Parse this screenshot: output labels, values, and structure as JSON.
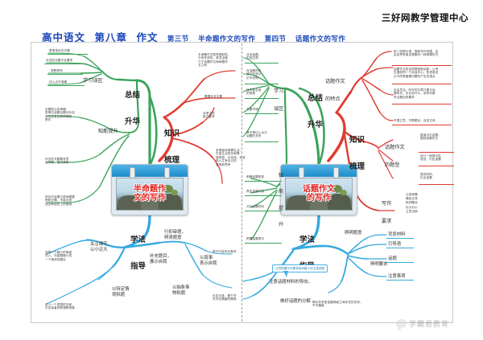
{
  "header": {
    "org": "三好网教学管理中心",
    "subject": "高中语文",
    "chapter": "第八章",
    "topic": "作文",
    "section3_no": "第三节",
    "section3_name": "半命题作文的写作",
    "section4_no": "第四节",
    "section4_name": "话题作文的写作",
    "accent": "#1a47b8"
  },
  "watermark": {
    "text": "学霸君教育",
    "icon": "speech-bubble-icon"
  },
  "colors": {
    "green": "#3aa35a",
    "red": "#e03b32",
    "blue": "#36a9e0",
    "title_red": "#e3211c"
  },
  "left_map": {
    "center": {
      "title_line1": "半命题作",
      "title_line2": "文的写作"
    },
    "branches": [
      {
        "name": "总结升华",
        "label_line1": "总结",
        "label_line2": "升华",
        "color": "#3aa35a",
        "subs": [
          {
            "name": "学习误区",
            "label": "学习误区",
            "leaves": [
              "草率地补充文题",
              "补充的文题不合要求",
              "视野狭窄",
              "切入点不准确"
            ]
          },
          {
            "name": "知能提升",
            "label": "知能提升",
            "leaves": [
              "补题前认真审题，\n弄明白该题目题分析包\n含的信息及各种限制\n条件",
              "补充的文题要求意\n旨明确、指向清晰",
              "所补内容要与原命题要\n搭配正确，不能出现\n违法和语意上的错误"
            ]
          }
        ]
      },
      {
        "name": "知识梳理",
        "label_line1": "知识",
        "label_line2": "梳理",
        "color": "#e03b32",
        "leaves": [
          "半命题作文既有限制性，\n又有开放性，其灵活度\n介于话题作文和命题作\n文之间",
          "需要补全文题",
          "对考生的\n能力要求",
          "多角度地观察生活，\n丰富生活的历和情\n感体验，对自然、社会\n和人生有自己的\n感受和思考"
        ]
      },
      {
        "name": "学法指导",
        "label_line1": "学法",
        "label_line2": "指导",
        "color": "#36a9e0",
        "leaves_mid": [
          "关注细节，\n以小见大",
          "补充题目，\n展示自我",
          "行抑审题，\n辨清题意",
          "以真事\n表示自我",
          "以特定情\n境拟题",
          "以抽象事\n物拟题"
        ],
        "leaves_small": [
          "选择一个细小的角度\n切入，尽量题缩小成\n一个具体的题目",
          "给人一个遐想的空间，\n引发读者的联想和想象",
          "便于内容充实具体",
          "化实为虚，便于抒\n写内在情绪的情感",
          "使于内在的实在感"
        ]
      }
    ]
  },
  "right_map": {
    "center": {
      "title_line1": "话题作文",
      "title_line2": "的写作"
    },
    "branches": [
      {
        "name": "总结升华",
        "label_line1": "总结",
        "label_line2": "升华",
        "color": "#3aa35a",
        "subs": [
          {
            "name": "学习误区",
            "label_line1": "学习",
            "label_line2": "误区",
            "leaves": [
              "泛谈话题，\n内容空洞",
              "对话题的内\n涵与外延认\n识不深刻",
              "找不准合适\n的视角",
              "文题不明",
              "搞不清切入点与\n话题的关系"
            ]
          },
          {
            "name": "知能提升",
            "label_line1": "知",
            "label_line2": "能",
            "label_line3": "提",
            "label_line4": "升",
            "leaves": [
              "明确话题类型",
              "界定话题内容",
              "分析话题材料",
              "把握话题提示"
            ]
          }
        ]
      },
      {
        "name": "知识梳理",
        "label_line1": "知识",
        "label_line2": "梳理",
        "color": "#e03b32",
        "subs": [
          {
            "name": "话题作文的特点",
            "label_line1": "话题作文",
            "label_line2": "的特点",
            "leaves": [
              "用一段提示语，指明写作范围、启\n启发思考激活想象的一种命题形式",
              "话题作文的实质是鼓励创新，让考\n生围绕同一个谈话中心，陈述各自\n从不同角度看问题所产生的观点",
              "自由灵活，所写的文章只要与话\n题有关，无论谈什么，怎样写都\n符合题目的要求",
              "不限立意，不限题目，自定文体"
            ]
          },
          {
            "name": "话题作文的题型",
            "label_line1": "话题作文",
            "label_line2": "的题型",
            "leaves": [
              "直接出示话题，\n围绕话题作文",
              "设计一段提示性\n语言，引出话题",
              "提供材料，\n引出话题"
            ]
          },
          {
            "name": "写作要求",
            "label_line1": "写作",
            "label_line2": "要求",
            "leaves": [
              "认真审题\n确定文体\n拟好题目\n化大为小\n立意出新"
            ]
          }
        ]
      },
      {
        "name": "学法指导",
        "label_line1": "学法",
        "label_line2": "指导",
        "color": "#36a9e0",
        "subs": [
          {
            "name": "辨明题意",
            "label": "辨明题意",
            "leaves": [
              "背景材料",
              "引导语",
              "话题",
              "注意事项"
            ]
          },
          {
            "name": "辨明要求",
            "label": "辨明要求",
            "leaves": [
              "揭示关系型话题两者之间存在的关系，\n不可偏废",
              "注意话题材料的导向。",
              "做好话题的分解"
            ],
            "callout": "注意把握写作要求和命题人的主观意图"
          }
        ]
      }
    ]
  }
}
